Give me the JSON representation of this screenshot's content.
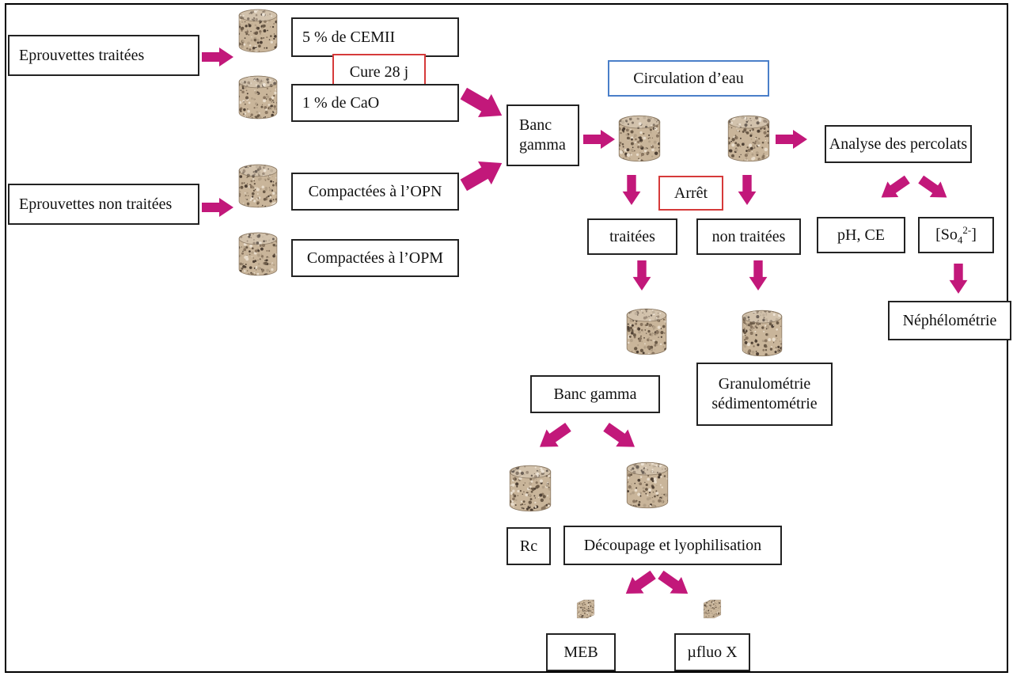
{
  "colors": {
    "arrow": "#c2187a",
    "box_border": "#222222",
    "blue_border": "#4a7fc9",
    "red_border": "#d63a3a",
    "sample_fill": "#c9b59a"
  },
  "icons": {
    "arrow": "thick-arrow-icon",
    "sample": "soil-cylinder-icon"
  },
  "nodes": {
    "eprouvettes_traitees": "Eprouvettes traitées",
    "eprouvettes_non_traitees": "Eprouvettes non traitées",
    "cemii": "5 % de CEMII",
    "cure": "Cure 28 j",
    "cao": "1 % de CaO",
    "opn": "Compactées à l’OPN",
    "opm": "Compactées à l’OPM",
    "banc_gamma_1_line1": "Banc",
    "banc_gamma_1_line2": "gamma",
    "circulation": "Circulation d’eau",
    "arret": "Arrêt",
    "traitees": "traitées",
    "non_traitees": "non traitées",
    "analyse": "Analyse des percolats",
    "ph_ce": "pH, CE",
    "so4_base": "[So",
    "so4_sub": "4",
    "so4_sup": "2-",
    "so4_end": "]",
    "nephelometrie": "Néphélométrie",
    "banc_gamma_2": "Banc gamma",
    "granulometrie_line1": "Granulométrie",
    "granulometrie_line2": "sédimentométrie",
    "rc": "Rc",
    "decoupage": "Découpage et lyophilisation",
    "meb": "MEB",
    "mufluo": "µfluo X"
  }
}
